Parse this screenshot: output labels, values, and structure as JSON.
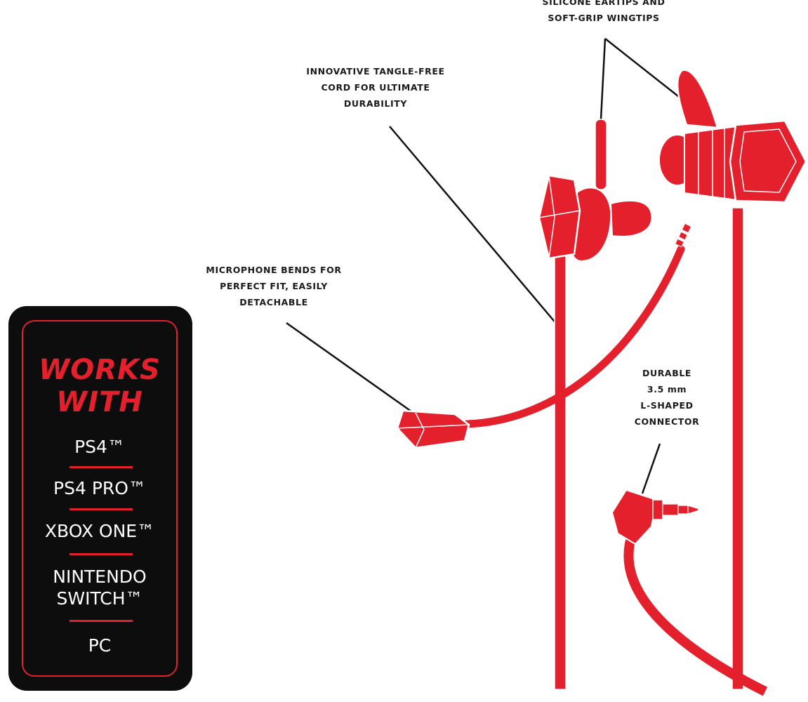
{
  "callouts": {
    "eartips": [
      "SILICONE EARTIPS AND",
      "SOFT-GRIP WINGTIPS"
    ],
    "cord": [
      "INNOVATIVE TANGLE-FREE",
      "CORD FOR ULTIMATE",
      "DURABILITY"
    ],
    "microphone": [
      "MICROPHONE BENDS FOR",
      "PERFECT FIT, EASILY",
      "DETACHABLE"
    ],
    "connector": [
      "DURABLE",
      "3.5 mm",
      "L-SHAPED",
      "CONNECTOR"
    ]
  },
  "works_with": {
    "title": [
      "WORKS",
      "WITH"
    ],
    "platforms": [
      [
        "PS4™"
      ],
      [
        "PS4 PRO™"
      ],
      [
        "XBOX ONE™"
      ],
      [
        "NINTENDO",
        "SWITCH™"
      ],
      [
        "PC"
      ]
    ]
  },
  "colors": {
    "product_red": "#e3202c",
    "card_black": "#0d0d0d",
    "outline": "#ffffff",
    "leader": "#111111"
  }
}
